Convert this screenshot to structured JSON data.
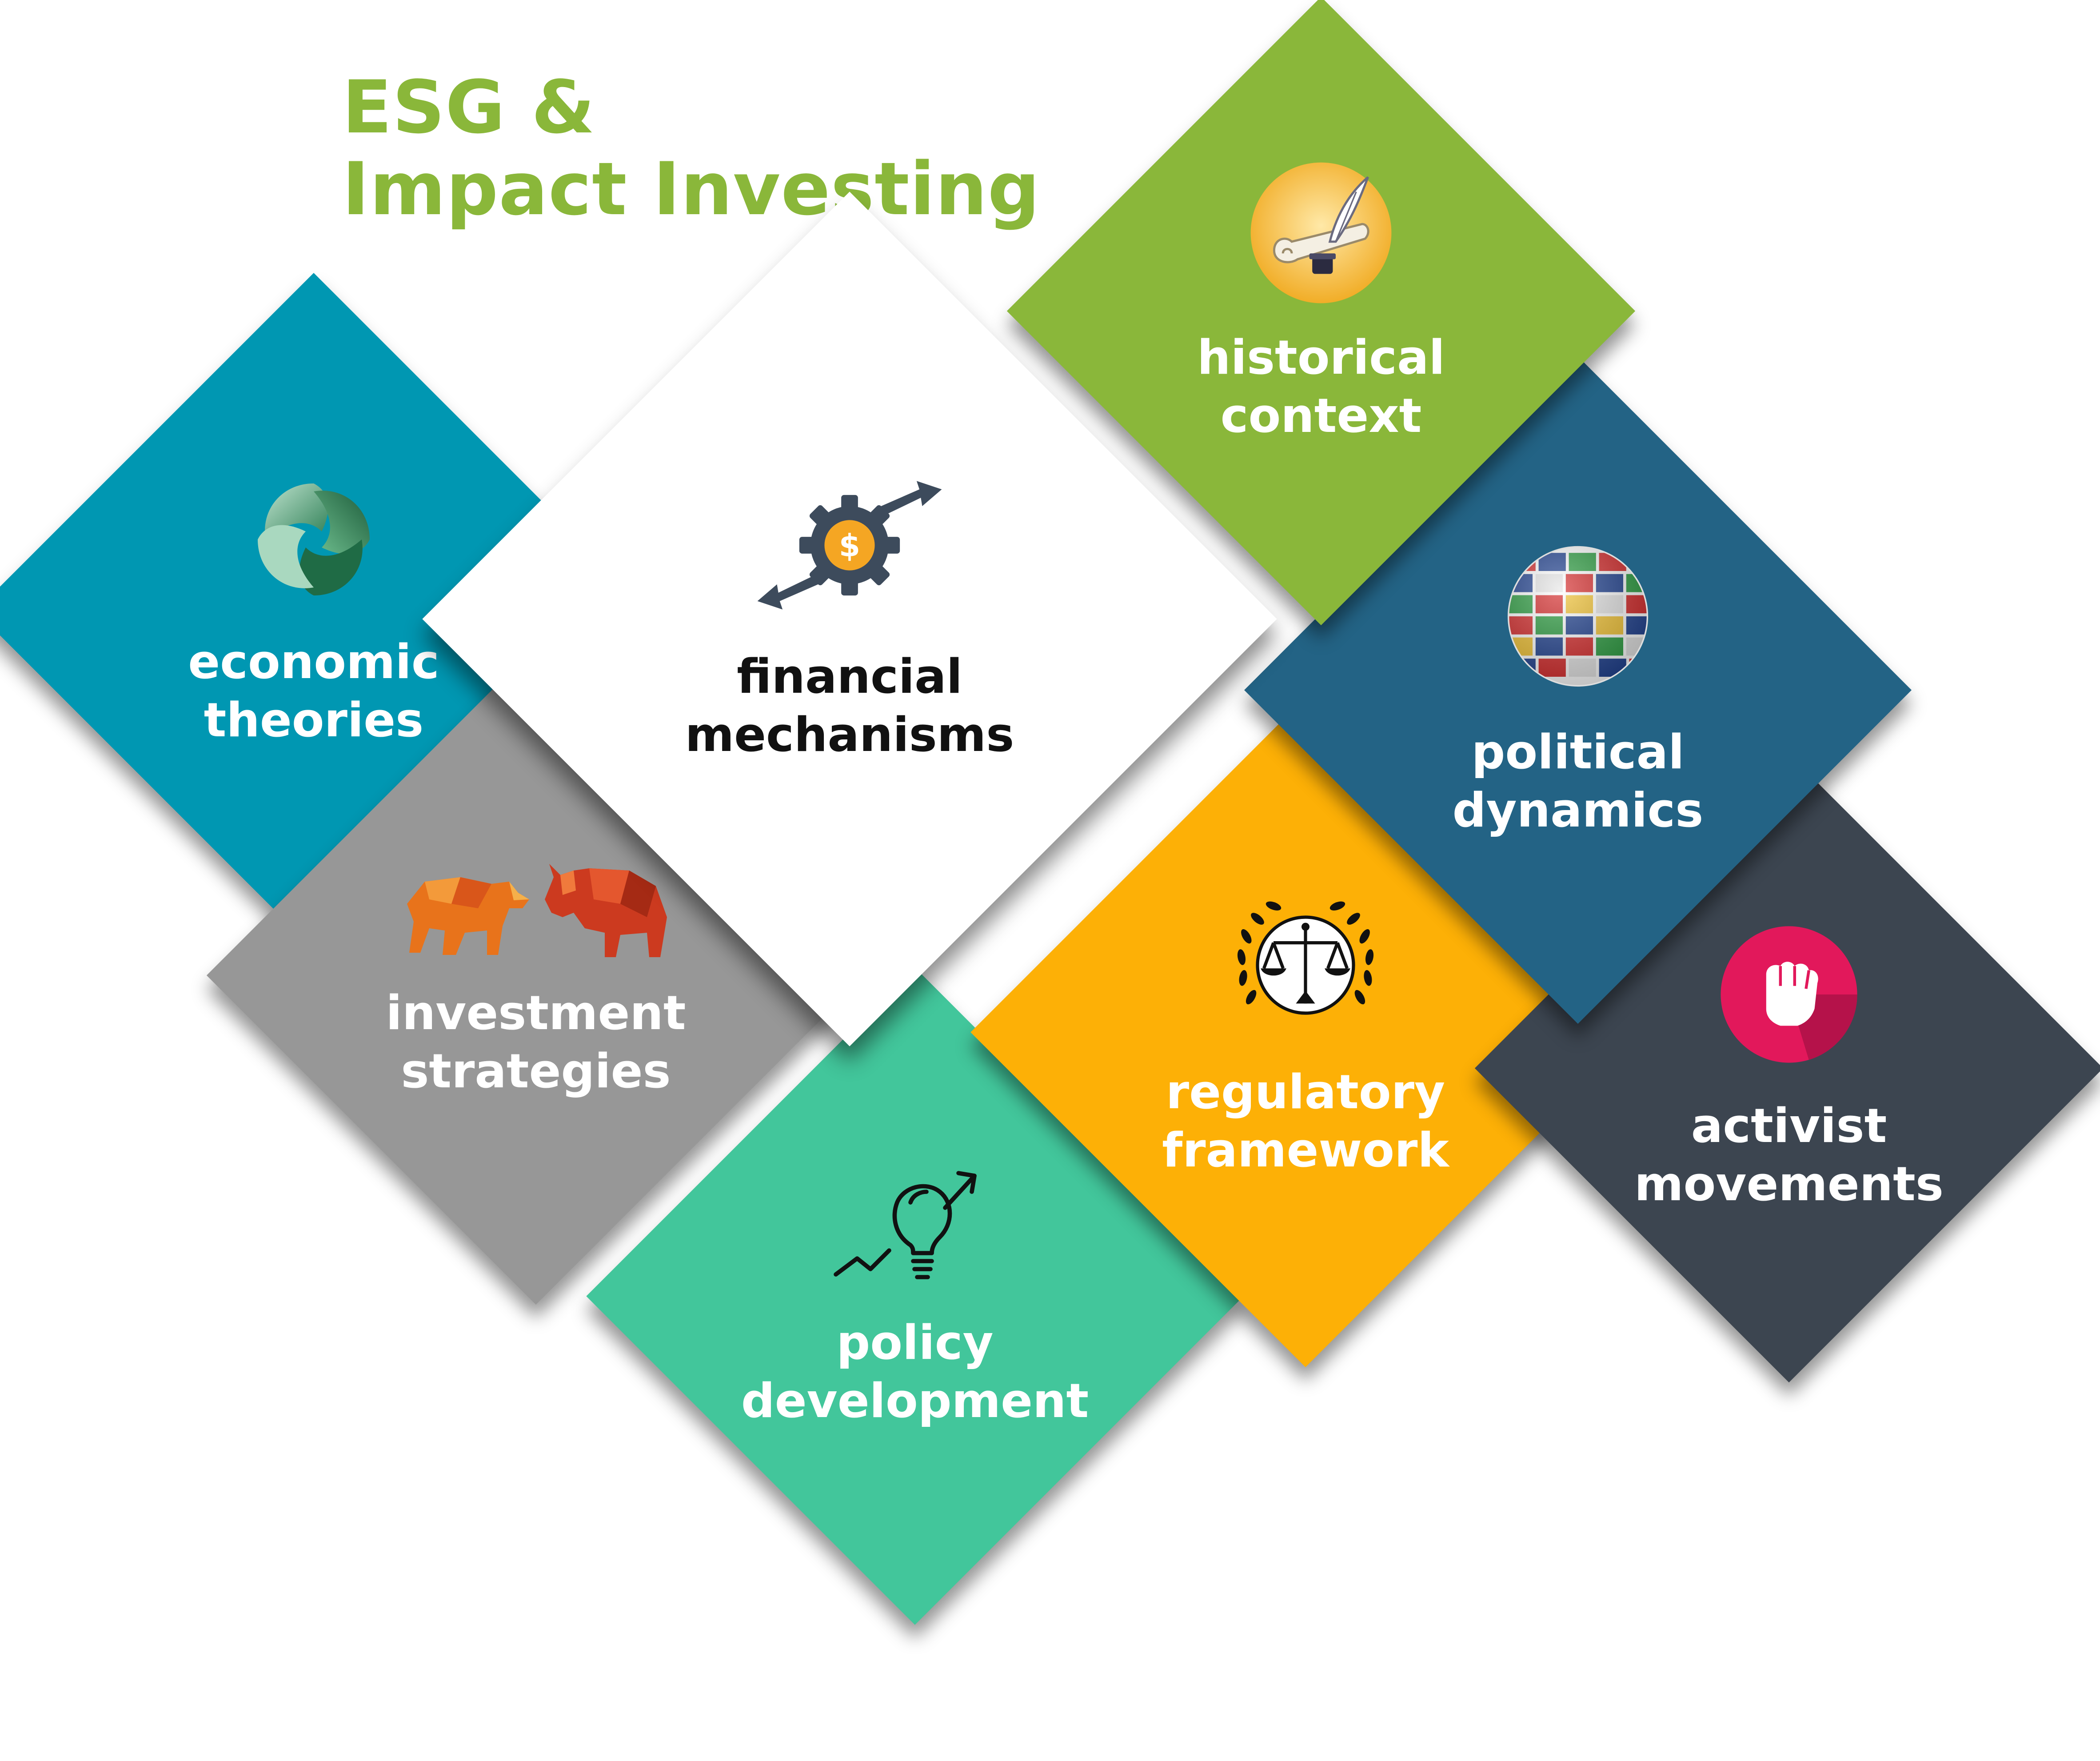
{
  "title": {
    "line1": "ESG &",
    "line2": "Impact Investing"
  },
  "tiles": {
    "economic": {
      "line1": "economic",
      "line2": "theories",
      "color": "#0097b2"
    },
    "investment": {
      "line1": "investment",
      "line2": "strategies",
      "color": "#979797"
    },
    "policy": {
      "line1": "policy",
      "line2": "development",
      "color": "#42c69b"
    },
    "financial": {
      "line1": "financial",
      "line2": "mechanisms",
      "color": "#ffffff"
    },
    "historical": {
      "line1": "historical",
      "line2": "context",
      "color": "#8ab73a"
    },
    "political": {
      "line1": "political",
      "line2": "dynamics",
      "color": "#236385"
    },
    "regulatory": {
      "line1": "regulatory",
      "line2": "framework",
      "color": "#fdb006"
    },
    "activist": {
      "line1": "activist",
      "line2": "movements",
      "color": "#3c4550"
    }
  },
  "icons": {
    "economic": "green-swirl-logo-icon",
    "investment": "bull-and-bear-icon",
    "policy": "lightbulb-growth-arrow-icon",
    "financial": "dollar-gear-exchange-icon",
    "historical": "quill-scroll-icon",
    "political": "world-flags-globe-icon",
    "regulatory": "justice-scales-laurel-icon",
    "activist": "raised-fist-icon"
  }
}
